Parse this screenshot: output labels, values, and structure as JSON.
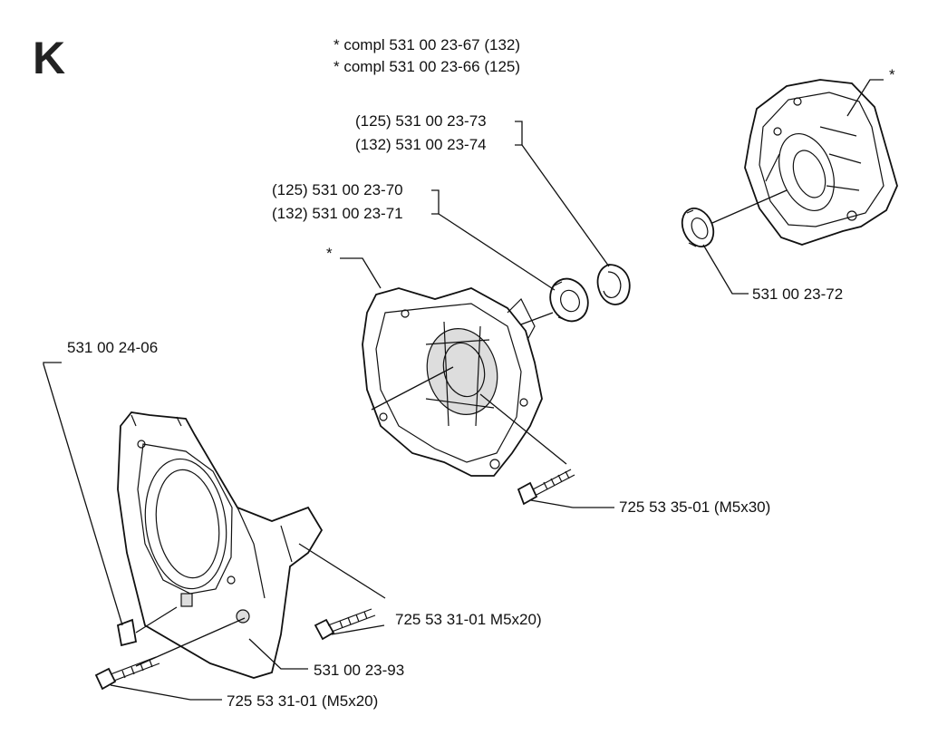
{
  "section_letter": "K",
  "notes": {
    "compl_132": "* compl 531 00 23-67 (132)",
    "compl_125": "* compl 531 00 23-66 (125)"
  },
  "labels": {
    "seal_125": "(125) 531 00 23-73",
    "seal_132": "(132) 531 00 23-74",
    "bearing_125": "(125) 531 00 23-70",
    "bearing_132": "(132) 531 00 23-71",
    "bearing_right": "531 00 23-72",
    "screw_m5x30": "725 53 35-01 (M5x30)",
    "clip": "531 00 24-06",
    "screw_mid": "725 53 31-01 M5x20)",
    "cover": "531 00 23-93",
    "screw_bottom": "725 53 31-01 (M5x20)",
    "asterisk_right": "*",
    "asterisk_mid": "*"
  }
}
